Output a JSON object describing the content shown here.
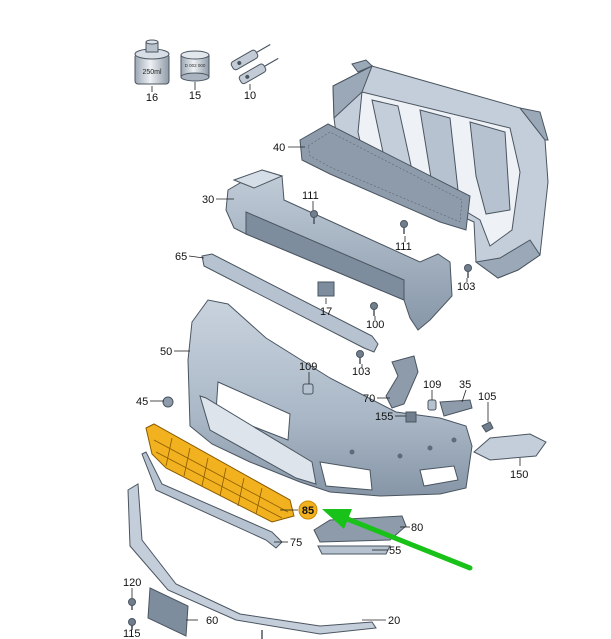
{
  "diagram": {
    "highlight_color": "#f2b21f",
    "arrow_color": "#19c219",
    "part_fill": "#aebccb",
    "callouts": [
      {
        "id": "16",
        "text": "16"
      },
      {
        "id": "15",
        "text": "15"
      },
      {
        "id": "10",
        "text": "10"
      },
      {
        "id": "40",
        "text": "40"
      },
      {
        "id": "30",
        "text": "30"
      },
      {
        "id": "111a",
        "text": "111"
      },
      {
        "id": "111b",
        "text": "111"
      },
      {
        "id": "65",
        "text": "65"
      },
      {
        "id": "103a",
        "text": "103"
      },
      {
        "id": "17",
        "text": "17"
      },
      {
        "id": "100",
        "text": "100"
      },
      {
        "id": "50",
        "text": "50"
      },
      {
        "id": "103b",
        "text": "103"
      },
      {
        "id": "109a",
        "text": "109"
      },
      {
        "id": "70",
        "text": "70"
      },
      {
        "id": "109b",
        "text": "109"
      },
      {
        "id": "35",
        "text": "35"
      },
      {
        "id": "105",
        "text": "105"
      },
      {
        "id": "45",
        "text": "45"
      },
      {
        "id": "155",
        "text": "155"
      },
      {
        "id": "150",
        "text": "150"
      },
      {
        "id": "85",
        "text": "85"
      },
      {
        "id": "80",
        "text": "80"
      },
      {
        "id": "75",
        "text": "75"
      },
      {
        "id": "55",
        "text": "55"
      },
      {
        "id": "120",
        "text": "120"
      },
      {
        "id": "60",
        "text": "60"
      },
      {
        "id": "115",
        "text": "115"
      },
      {
        "id": "20",
        "text": "20"
      }
    ],
    "container_labels": {
      "can_16": "250ml",
      "tin_15": "D 002 000"
    }
  }
}
